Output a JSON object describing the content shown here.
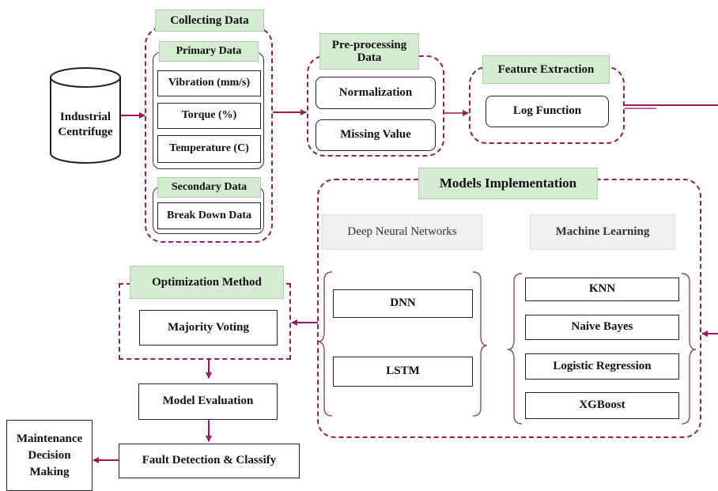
{
  "source": {
    "label_line1": "Industrial",
    "label_line2": "Centrifuge"
  },
  "collecting": {
    "title": "Collecting Data",
    "primary": {
      "title": "Primary Data",
      "items": [
        "Vibration (mm/s)",
        "Torque (%)",
        "Temperature (C)"
      ]
    },
    "secondary": {
      "title": "Secondary Data",
      "items": [
        "Break Down Data"
      ]
    }
  },
  "preprocessing": {
    "title_line1": "Pre-processing",
    "title_line2": "Data",
    "items": [
      "Normalization",
      "Missing Value"
    ]
  },
  "feature": {
    "title": "Feature Extraction",
    "items": [
      "Log Function"
    ]
  },
  "models": {
    "title": "Models Implementation",
    "dnn_group": {
      "title": "Deep Neural Networks",
      "items": [
        "DNN",
        "LSTM"
      ]
    },
    "ml_group": {
      "title": "Machine Learning",
      "items": [
        "KNN",
        "Naive Bayes",
        "Logistic Regression",
        "XGBoost"
      ]
    }
  },
  "optimization": {
    "title": "Optimization Method",
    "items": [
      "Majority Voting"
    ]
  },
  "evaluation": {
    "label": "Model Evaluation"
  },
  "fault": {
    "label": "Fault Detection & Classify"
  },
  "maintenance": {
    "line1": "Maintenance",
    "line2": "Decision",
    "line3": "Making"
  },
  "colors": {
    "accent": "#9b1a5a",
    "header_green": "#d6ecd2",
    "header_grey": "#f0f0f0"
  }
}
